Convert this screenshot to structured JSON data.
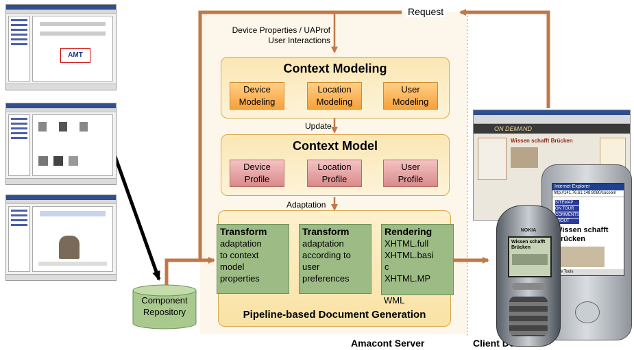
{
  "top": {
    "request_label": "Request"
  },
  "input_label": {
    "line1": "Device Properties / UAProf",
    "line2": "User Interactions"
  },
  "context_modeling": {
    "title": "Context   Modeling",
    "items": [
      {
        "line1": "Device",
        "line2": "Modeling"
      },
      {
        "line1": "Location",
        "line2": "Modeling"
      },
      {
        "line1": "User",
        "line2": "Modeling"
      }
    ]
  },
  "update_label": "Update",
  "context_model": {
    "title": "Context   Model",
    "items": [
      {
        "line1": "Device",
        "line2": "Profile"
      },
      {
        "line1": "Location",
        "line2": "Profile"
      },
      {
        "line1": "User",
        "line2": "Profile"
      }
    ]
  },
  "adaptation_label": "Adaptation",
  "pipeline": {
    "title": "Pipeline-based Document Generation",
    "stages": [
      {
        "heading": "Transform",
        "lines": [
          "adaptation",
          "to context",
          "model",
          "properties"
        ]
      },
      {
        "heading": "Transform",
        "lines": [
          "adaptation",
          "according to",
          "user",
          "preferences"
        ]
      },
      {
        "heading": "Rendering",
        "lines": [
          "XHTML.full",
          "XHTML.basi",
          "c",
          "XHTML.MP",
          "WML"
        ]
      }
    ]
  },
  "repository": {
    "line1": "Component",
    "line2": "Repository"
  },
  "bottom": {
    "server_label": "Amacont Server",
    "client_label": "Client Device"
  },
  "client": {
    "browser_banner": "ON DEMAND",
    "browser_headline": "Wissen schafft Brücken",
    "pda_title": "Internet Explorer",
    "pda_address": "http://141.76.61.148:8080/cocoon/",
    "pda_links": [
      "SITEMAP",
      "ON TOUR",
      "COMMENTS",
      "ABOUT"
    ],
    "pda_headline": "Wissen schafft Brücken",
    "pda_toolbar": "View  Tools",
    "phone_brand": "NOKIA",
    "phone_headline": "Wissen schafft Brücken"
  },
  "thumb_logo": "AMT",
  "colors": {
    "arrow": "#c0784a",
    "stage": "#9dbb84",
    "panel": "#fbe7b4",
    "cylinder": "#a9c98e"
  }
}
